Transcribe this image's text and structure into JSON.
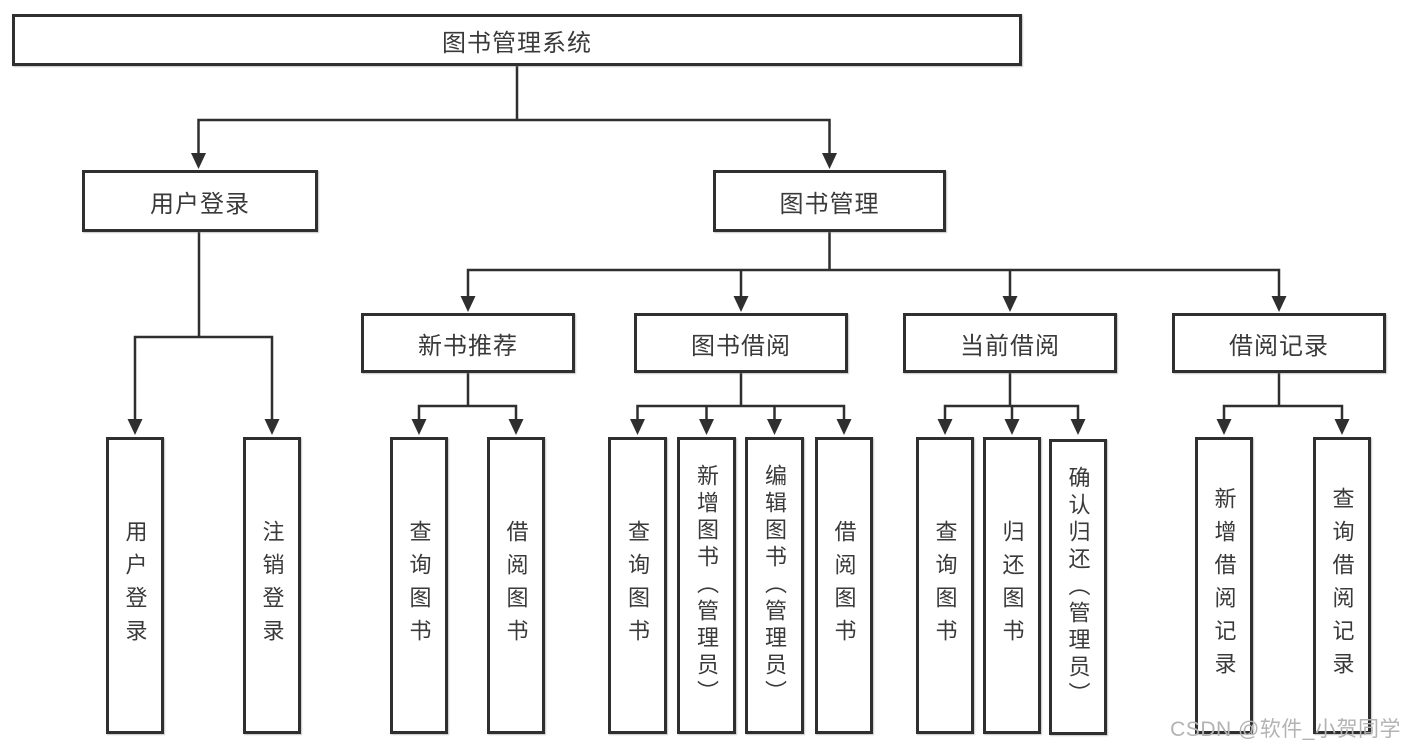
{
  "tree": {
    "label": "图书管理系统",
    "children": [
      {
        "label": "用户登录",
        "children": [
          {
            "label": "用户登录"
          },
          {
            "label": "注销登录"
          }
        ]
      },
      {
        "label": "图书管理",
        "children": [
          {
            "label": "新书推荐",
            "children": [
              {
                "label": "查询图书"
              },
              {
                "label": "借阅图书"
              }
            ]
          },
          {
            "label": "图书借阅",
            "children": [
              {
                "label": "查询图书"
              },
              {
                "label": "新增图书（管理员）"
              },
              {
                "label": "编辑图书（管理员）"
              },
              {
                "label": "借阅图书"
              }
            ]
          },
          {
            "label": "当前借阅",
            "children": [
              {
                "label": "查询图书"
              },
              {
                "label": "归还图书"
              },
              {
                "label": "确认归还（管理员）"
              }
            ]
          },
          {
            "label": "借阅记录",
            "children": [
              {
                "label": "新增借阅记录"
              },
              {
                "label": "查询借阅记录"
              }
            ]
          }
        ]
      }
    ]
  },
  "watermark": {
    "text": "CSDN @软件_小贺同学"
  },
  "colors": {
    "line": "#2f2f2f",
    "box_border": "#2f2f2f",
    "text": "#3a3a3a",
    "watermark": "#b3b3b3",
    "background": "#ffffff"
  }
}
